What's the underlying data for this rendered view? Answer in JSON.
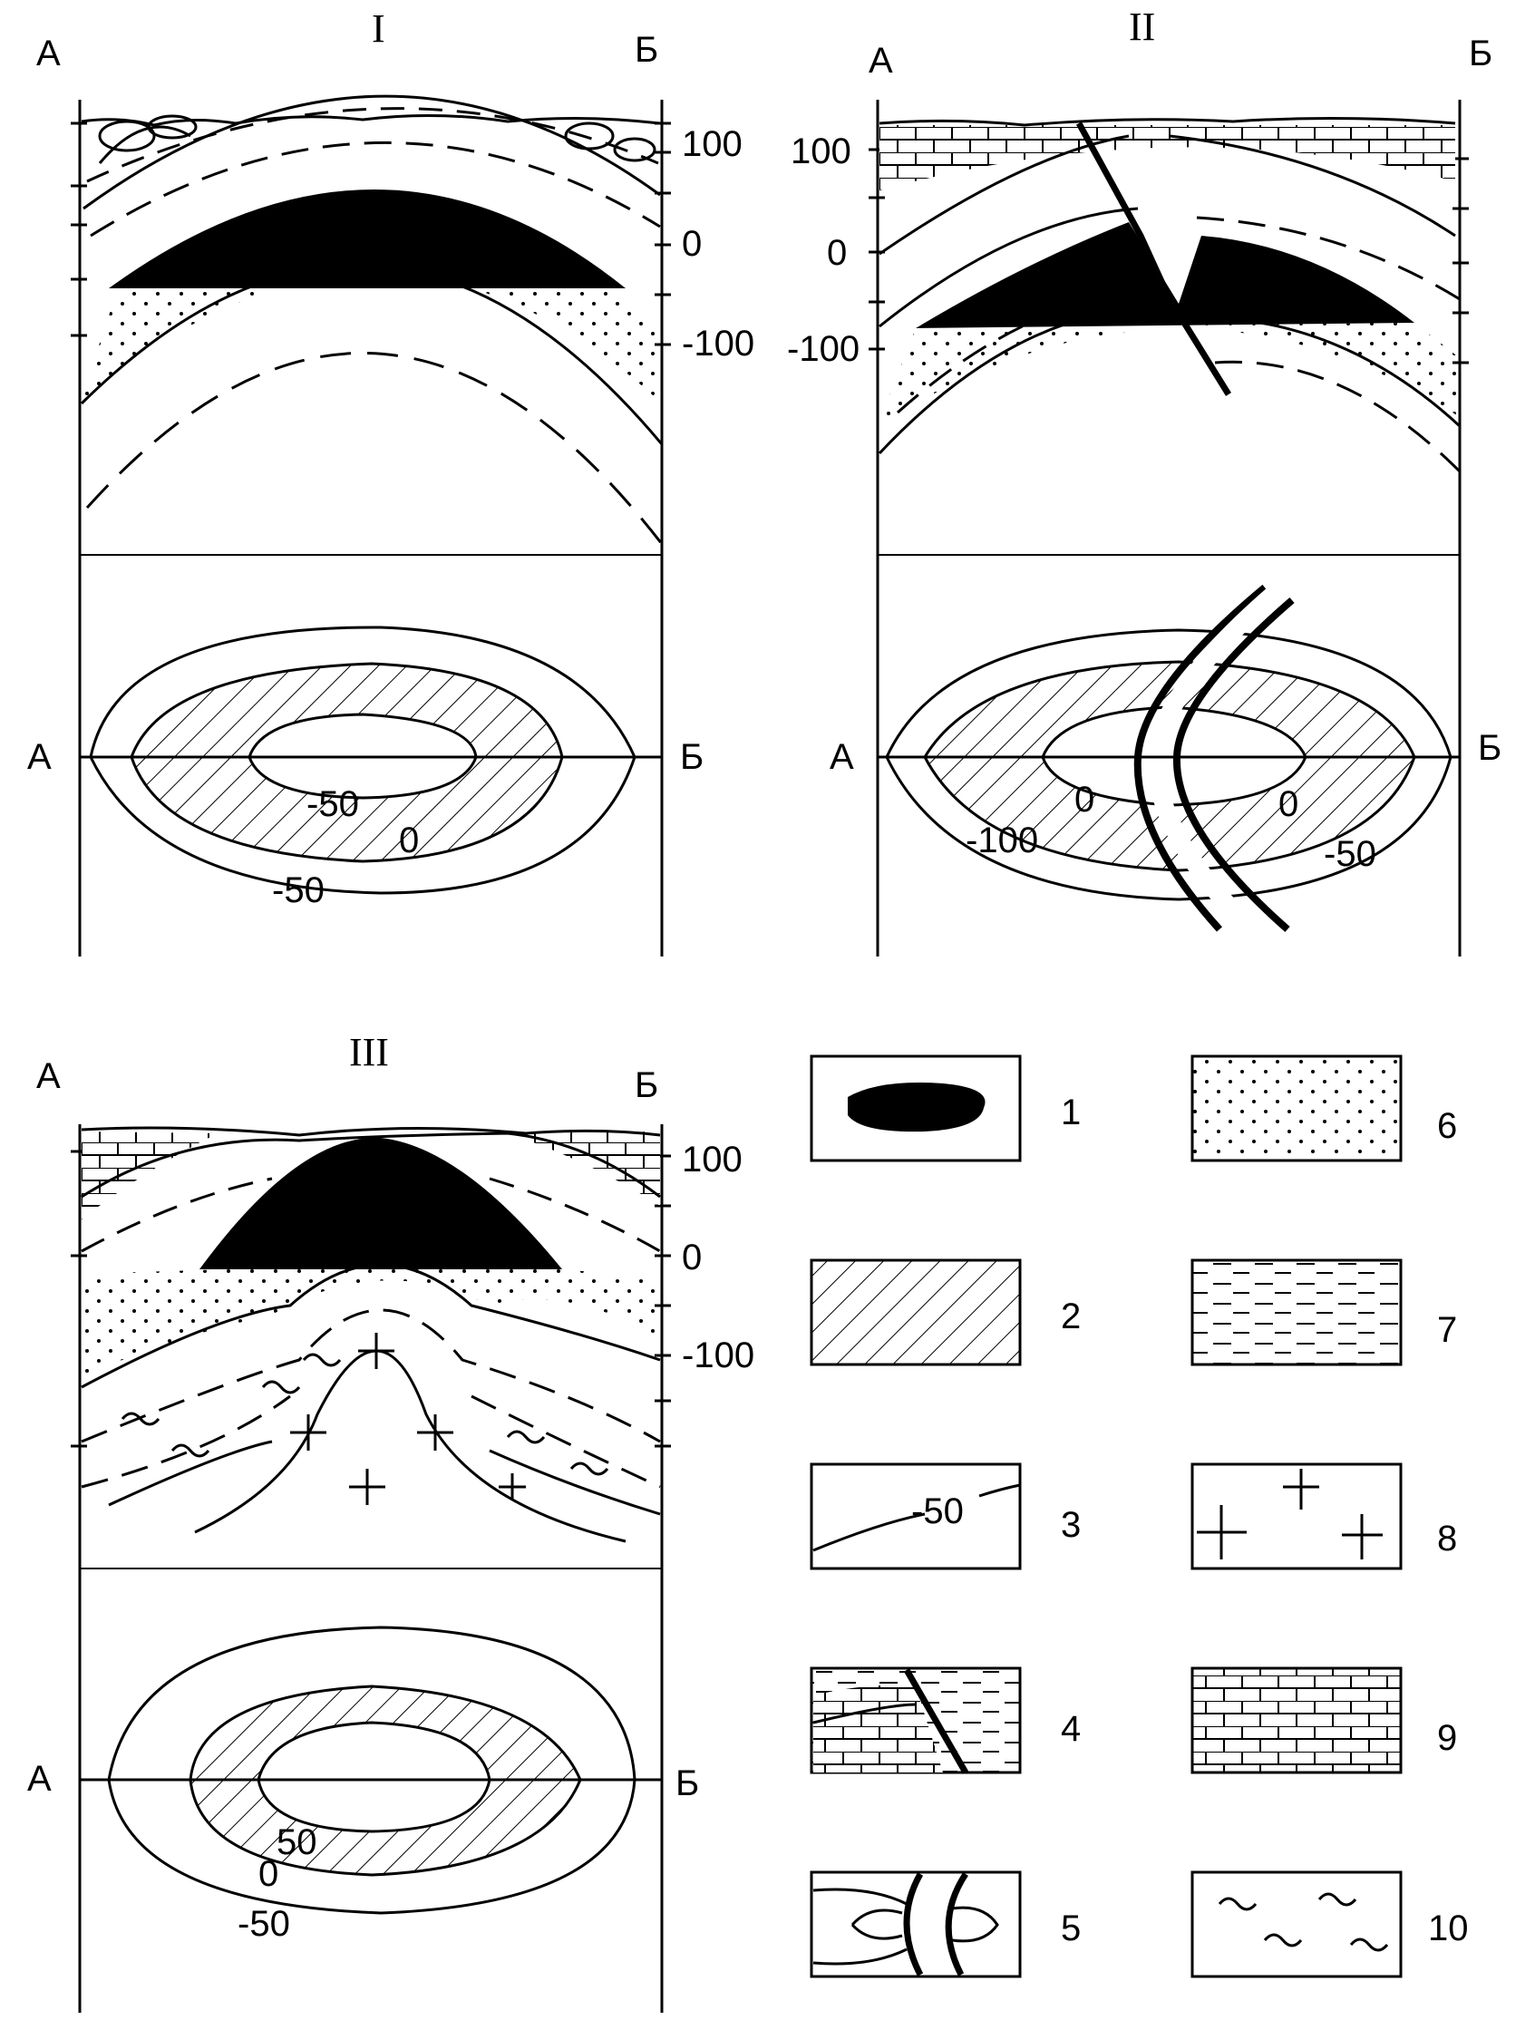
{
  "panels": {
    "I": {
      "roman": "I",
      "left": "А",
      "right": "Б",
      "scale": [
        "100",
        "0",
        "-100"
      ],
      "map_left": "А",
      "map_right": "Б",
      "contours": [
        "-50",
        "0",
        "-50"
      ]
    },
    "II": {
      "roman": "II",
      "left": "А",
      "right": "Б",
      "scale": [
        "100",
        "0",
        "-100"
      ],
      "map_left": "А",
      "map_right": "Б",
      "contours": [
        "0",
        "0",
        "-100",
        "-50"
      ]
    },
    "III": {
      "roman": "III",
      "left": "А",
      "right": "Б",
      "scale": [
        "100",
        "0",
        "-100"
      ],
      "map_left": "А",
      "map_right": "Б",
      "contours": [
        "50",
        "0",
        "-50"
      ]
    }
  },
  "legend": {
    "numbers": [
      "1",
      "2",
      "3",
      "4",
      "5",
      "6",
      "7",
      "8",
      "9",
      "10"
    ],
    "contour_sample": "-50"
  },
  "colors": {
    "ink": "#000000",
    "paper": "#ffffff"
  }
}
